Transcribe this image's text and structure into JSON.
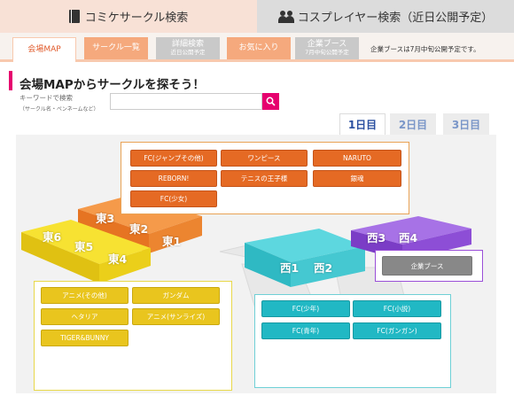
{
  "top_tabs": {
    "circle_search": "コミケサークル検索",
    "cosplayer_search": "コスプレイヤー検索（近日公開予定）"
  },
  "subnav": {
    "map": "会場MAP",
    "circle_list": "サークル一覧",
    "detail_search": "詳細検索",
    "detail_search_sub": "近日公開予定",
    "favorites": "お気に入り",
    "company_booth": "企業ブース",
    "company_booth_sub": "7月中旬公開予定",
    "note": "企業ブースは7月中旬公開予定です。"
  },
  "heading": "会場MAPからサークルを探そう！",
  "search": {
    "label": "キーワードで検索",
    "sublabel": "（サークル名・ペンネームなど）",
    "value": "",
    "icon": "search-icon"
  },
  "days": [
    "1日目",
    "2日目",
    "3日目"
  ],
  "halls": {
    "east3": "東3",
    "east2": "東2",
    "east1": "東1",
    "east6": "東6",
    "east5": "東5",
    "east4": "東4",
    "west1": "西1",
    "west2": "西2",
    "west3": "西3",
    "west4": "西4"
  },
  "east123_genres": [
    "FC(ジャンプその他)",
    "ワンピース",
    "NARUTO",
    "REBORN!",
    "テニスの王子様",
    "銀魂",
    "FC(少女)"
  ],
  "east456_genres": [
    "アニメ(その他)",
    "ガンダム",
    "ヘタリア",
    "アニメ(サンライズ)",
    "TIGER&BUNNY"
  ],
  "west12_genres": [
    "FC(少年)",
    "FC(小説)",
    "FC(青年)",
    "FC(ガンガン)"
  ],
  "west34_genres": [
    "企業ブース"
  ],
  "colors": {
    "accent_pink": "#e6006e",
    "orange": "#e56a24",
    "yellow": "#e9c51e",
    "cyan": "#21b8c4",
    "purple": "#9a4fd8",
    "day_blue": "#2a4fa0"
  }
}
